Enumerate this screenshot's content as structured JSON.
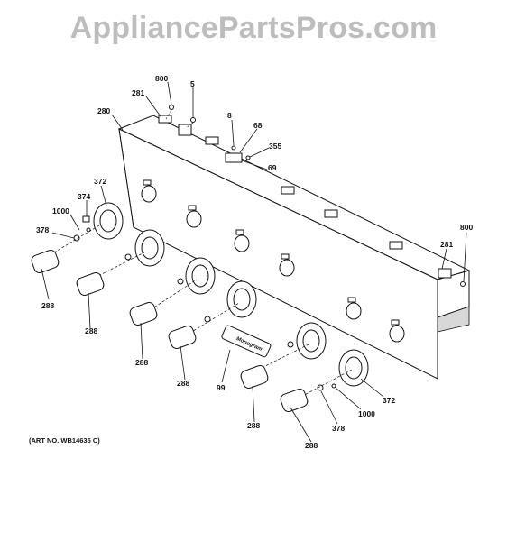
{
  "watermark": "AppliancePartsPros.com",
  "art_no": "(ART NO. WB14635 C)",
  "nameplate_text": "Monogram",
  "callouts": [
    "800",
    "281",
    "5",
    "280",
    "8",
    "68",
    "355",
    "69",
    "372",
    "374",
    "1000",
    "378",
    "288",
    "288",
    "288",
    "288",
    "99",
    "288",
    "288",
    "378",
    "1000",
    "372",
    "281",
    "800"
  ]
}
